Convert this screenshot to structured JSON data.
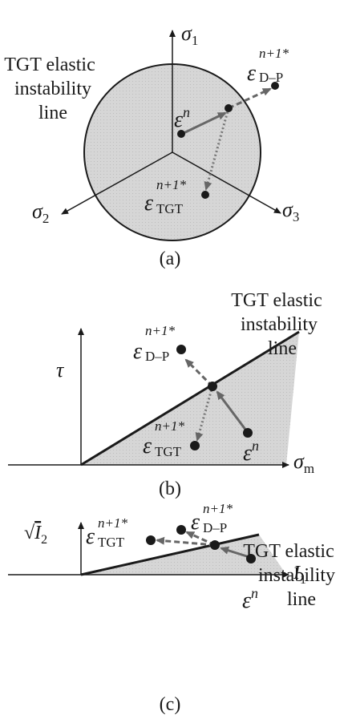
{
  "sym": {
    "eps": "ε",
    "sig": "σ",
    "tau": "τ",
    "I": "I",
    "sqrt": "√",
    "sup_n": "n",
    "sup_star": "n+1*",
    "sub_dp": "D–P",
    "sub_tgt": "TGT",
    "sub_1": "1",
    "sub_2": "2",
    "sub_3": "3",
    "sub_m": "m"
  },
  "panel_a": {
    "caption": "(a)",
    "label_line1": "TGT elastic",
    "label_line2": "instability",
    "label_line3": "line"
  },
  "panel_b": {
    "caption": "(b)",
    "label_line1": "TGT elastic",
    "label_line2": "instability",
    "label_line3": "line"
  },
  "panel_c": {
    "caption": "(c)",
    "label_line1": "TGT elastic",
    "label_line2": "instability",
    "label_line3": "line"
  },
  "colors": {
    "fill": "#d6d6d6",
    "ink": "#1a1a1a",
    "arrow": "#666666"
  }
}
